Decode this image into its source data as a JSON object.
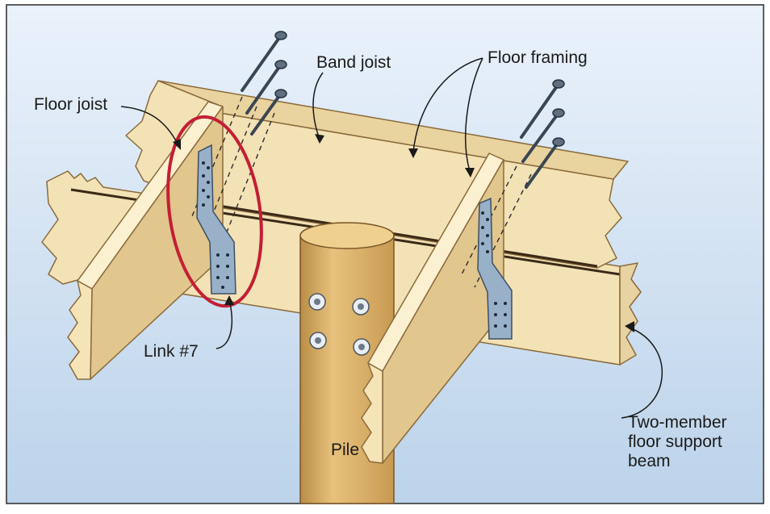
{
  "labels": {
    "floor_joist": "Floor joist",
    "band_joist": "Band joist",
    "floor_framing": "Floor framing",
    "link": "Link #7",
    "pile": "Pile",
    "support_beam": "Two-member floor support beam"
  },
  "colors": {
    "background": "#cfe0f1",
    "lumber": "#f3e2b5",
    "lumber_shade": "#e1c68d",
    "lumber_edge": "#8a6a3c",
    "pile": "#d9b46e",
    "connector": "#98b1c9",
    "highlight": "#c41e35",
    "nail": "#3a4653"
  }
}
